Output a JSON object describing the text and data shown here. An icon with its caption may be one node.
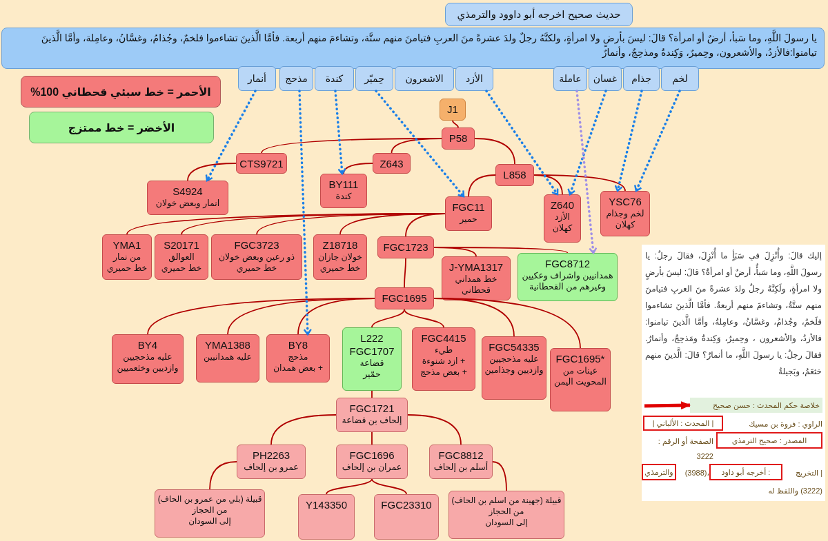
{
  "diagram": {
    "nodes": [
      {
        "text": [
          "حديث صحيح اخرجه أبو داوود والترمذي"
        ]
      },
      {
        "text": [
          "يا رسولَ اللَّهِ، وما سَبأ، أرضٌ أو امرأة؟ قالَ: ليسَ بأرضٍ ولا امرأةٍ، ولكنَّهُ رجلٌ ولدَ عشرةً منَ العربِ فتيامنَ منهم ستَّة، وتشاءمَ منهم أربعة. فأمَّا الَّذينَ تشاءموا فلخمٌ، وجُذامُ، وغسَّانُ، وعامِلة، وأمَّا الَّذينَ تيامنوا:فالأزدُ، والأشعرون، وحِميرٌ، وَكِندةُ ومذحِجٌ، وأنمارٌ"
        ]
      },
      {
        "text": [
          "لخم"
        ]
      },
      {
        "text": [
          "جذام"
        ]
      },
      {
        "text": [
          "غسان"
        ]
      },
      {
        "text": [
          "عاملة"
        ]
      },
      {
        "text": [
          "الأزد"
        ]
      },
      {
        "text": [
          "الاشعرون"
        ]
      },
      {
        "text": [
          "حِميّر"
        ]
      },
      {
        "text": [
          "كندة"
        ]
      },
      {
        "text": [
          "مذحج"
        ]
      },
      {
        "text": [
          "أنمار"
        ]
      },
      {
        "text": [
          "J1"
        ]
      },
      {
        "text": [
          "P58"
        ]
      },
      {
        "text": [
          "CTS9721"
        ]
      },
      {
        "text": [
          "Z643"
        ]
      },
      {
        "text": [
          "L858"
        ]
      },
      {
        "text": [
          "S4924",
          "انمار وبعض خولان"
        ]
      },
      {
        "text": [
          "BY111",
          "كندة"
        ]
      },
      {
        "text": [
          "FGC11",
          "حمير"
        ]
      },
      {
        "text": [
          "Z640",
          "الأزد",
          "كهلان"
        ]
      },
      {
        "text": [
          "YSC76",
          "لخم وجذام",
          "كهلان"
        ]
      },
      {
        "text": [
          "YMA1",
          "من نمار",
          "خط حميري"
        ]
      },
      {
        "text": [
          "S20171",
          "العوالق",
          "خط حميري"
        ]
      },
      {
        "text": [
          "FGC3723",
          "ذو رعين وبعض خولان",
          "خط حميري"
        ]
      },
      {
        "text": [
          "Z18718",
          "خولان جازان",
          "خط حميري"
        ]
      },
      {
        "text": [
          "FGC1723"
        ]
      },
      {
        "text": [
          "J-YMA1317",
          "خط همداني",
          "قحطاني"
        ]
      },
      {
        "text": [
          "FGC8712",
          "همدانيين واشراف وعكيين وغيرهم من القحطانية"
        ]
      },
      {
        "text": [
          "FGC1695"
        ]
      },
      {
        "text": [
          "BY4",
          "عليه مذحجيين وازديين وخثعميين"
        ]
      },
      {
        "text": [
          "YMA1388",
          "عليه همدانيين"
        ]
      },
      {
        "text": [
          "BY8",
          "مذحج",
          "+ بعض همدان"
        ]
      },
      {
        "text": [
          "L222",
          "FGC1707",
          "قضاعة",
          "حمّير"
        ]
      },
      {
        "text": [
          "FGC4415",
          "طيء",
          "+ ازد شنوءة",
          "+ بعض مذحج"
        ]
      },
      {
        "text": [
          "FGC54335",
          "عليه مذحجيين وازديين وجذامين"
        ]
      },
      {
        "text": [
          "FGC1695*",
          "عينات من المحويت اليمن"
        ]
      },
      {
        "text": [
          "FGC1721",
          "إلحاف بن قضاعة"
        ]
      },
      {
        "text": [
          "PH2263",
          "عمرو بن إلحاف"
        ]
      },
      {
        "text": [
          "FGC1696",
          "عمران بن إلحاف"
        ]
      },
      {
        "text": [
          "FGC8812",
          "أسلم بن إلحاف"
        ]
      },
      {
        "text": [
          "قبيلة (بلي من عمرو بن الحاف)",
          "من الحجاز",
          "إلى السودان"
        ]
      },
      {
        "text": [
          "Y143350"
        ]
      },
      {
        "text": [
          "FGC23310"
        ]
      },
      {
        "text": [
          "قبيلة (جهينة من اسلم بن الحاف)",
          "من الحجاز",
          "إلى السودان"
        ]
      },
      {
        "text": [
          "إليك قالَ: وأُنْزِلَ في سَبَأٍ ما أُنْزِلَ، فقالَ رجلٌ: يا رسولَ اللَّهِ، وما سَبأٌ، أرضٌ أو امرأةٌ؟ قالَ: ليسَ بأرضٍ ولا امرأةٍ، ولَكِنَّهُ رجلٌ ولدَ عشرةً منَ العربِ فتيامنَ منهم ستَّةٌ، وتشاءمَ منهم أربعةٌ. فأمَّا الَّذينَ تشاءموا فلَخمٌ، وجُذامُ، وغسَّانُ، وعامِلةُ، وأمَّا الَّذينَ تيامنوا: فالأزدُ، والأشعرون ، وحِميرٌ، وَكِندةُ ومَذحِجٌ، وأنمارٌ. فقالَ رجلٌ: يا رسولَ اللَّهِ، ما أنمارٌ؟ قالَ: الَّذينَ منهم خثعَمُ، وبَجيلةُ"
        ]
      },
      {
        "text": [
          "خلاصة حكم المحدث : حسن صحيح"
        ],
        "in": 45
      },
      {
        "text": [
          "| المحدث : الألباني |"
        ],
        "in": 45
      },
      {
        "text": [
          "المصدر : صحيح الترمذي"
        ],
        "in": 45
      },
      {
        "text": [
          ": أخرجه أبو داود"
        ],
        "in": 45
      },
      {
        "text": [
          "والترمذي"
        ],
        "in": 45
      }
    ],
    "edges": [
      {
        "from": 12,
        "to": 13,
        "arrow": "none"
      },
      {
        "from": 13,
        "to": 14,
        "arrow": "none"
      },
      {
        "from": 13,
        "to": 15,
        "arrow": "none"
      },
      {
        "from": 13,
        "to": 16,
        "arrow": "none"
      },
      {
        "from": 14,
        "to": 17,
        "arrow": "none"
      },
      {
        "from": 15,
        "to": 18,
        "arrow": "none"
      },
      {
        "from": 16,
        "to": 19,
        "arrow": "none"
      },
      {
        "from": 16,
        "to": 20,
        "arrow": "none"
      },
      {
        "from": 16,
        "to": 21,
        "arrow": "none"
      },
      {
        "from": 19,
        "to": 22,
        "arrow": "none"
      },
      {
        "from": 19,
        "to": 23,
        "arrow": "none"
      },
      {
        "from": 19,
        "to": 24,
        "arrow": "none"
      },
      {
        "from": 19,
        "to": 25,
        "arrow": "none"
      },
      {
        "from": 19,
        "to": 26,
        "arrow": "none"
      },
      {
        "from": 26,
        "to": 27,
        "arrow": "none"
      },
      {
        "from": 26,
        "to": 28,
        "arrow": "none"
      },
      {
        "from": 26,
        "to": 29,
        "arrow": "none"
      },
      {
        "from": 29,
        "to": 30,
        "arrow": "none"
      },
      {
        "from": 29,
        "to": 31,
        "arrow": "none"
      },
      {
        "from": 29,
        "to": 32,
        "arrow": "none"
      },
      {
        "from": 29,
        "to": 33,
        "arrow": "none"
      },
      {
        "from": 29,
        "to": 34,
        "arrow": "none"
      },
      {
        "from": 29,
        "to": 35,
        "arrow": "none"
      },
      {
        "from": 29,
        "to": 36,
        "arrow": "none"
      },
      {
        "from": 33,
        "to": 37,
        "arrow": "none"
      },
      {
        "from": 37,
        "to": 38,
        "arrow": "none"
      },
      {
        "from": 37,
        "to": 39,
        "arrow": "none"
      },
      {
        "from": 37,
        "to": 40,
        "arrow": "none"
      },
      {
        "from": 38,
        "to": 41,
        "arrow": "none"
      },
      {
        "from": 39,
        "to": 42,
        "arrow": "none"
      },
      {
        "from": 39,
        "to": 43,
        "arrow": "none"
      },
      {
        "from": 40,
        "to": 44,
        "arrow": "none"
      },
      {
        "from": 11,
        "to": 17,
        "arrow": "to",
        "style": "dashed",
        "color": "#1a7fe8"
      },
      {
        "from": 10,
        "to": 32,
        "arrow": "to",
        "style": "dashed",
        "color": "#1a7fe8"
      },
      {
        "from": 9,
        "to": 18,
        "arrow": "to",
        "style": "dashed",
        "color": "#1a7fe8"
      },
      {
        "from": 8,
        "to": 19,
        "arrow": "to",
        "style": "dashed",
        "color": "#1a7fe8"
      },
      {
        "from": 6,
        "to": 20,
        "arrow": "to",
        "style": "dashed",
        "color": "#1a7fe8"
      },
      {
        "from": 4,
        "to": 20,
        "arrow": "to",
        "style": "dashed",
        "color": "#1a7fe8"
      },
      {
        "from": 3,
        "to": 21,
        "arrow": "to",
        "style": "dashed",
        "color": "#1a7fe8"
      },
      {
        "from": 2,
        "to": 21,
        "arrow": "to",
        "style": "dashed",
        "color": "#1a7fe8"
      },
      {
        "from": 5,
        "to": 28,
        "arrow": "to",
        "style": "dashed",
        "color": "#9f8fe6"
      },
      {
        "from": null,
        "to": 46,
        "arrow": "to",
        "style": "thick",
        "color": "#e00000"
      }
    ],
    "labels": [
      "الراوي : فروة بن مسيك",
      "الصفحة أو الرقم : 3222",
      "| التخريج",
      "(3988)،",
      "(3222) واللفظ له"
    ],
    "legend": [
      {
        "text": "الأحمر = خط سبئي قحطاني 100%",
        "color": "#f47a7a"
      },
      {
        "text": "الأخضر = خط ممتزج",
        "color": "#a6f59a"
      }
    ]
  }
}
